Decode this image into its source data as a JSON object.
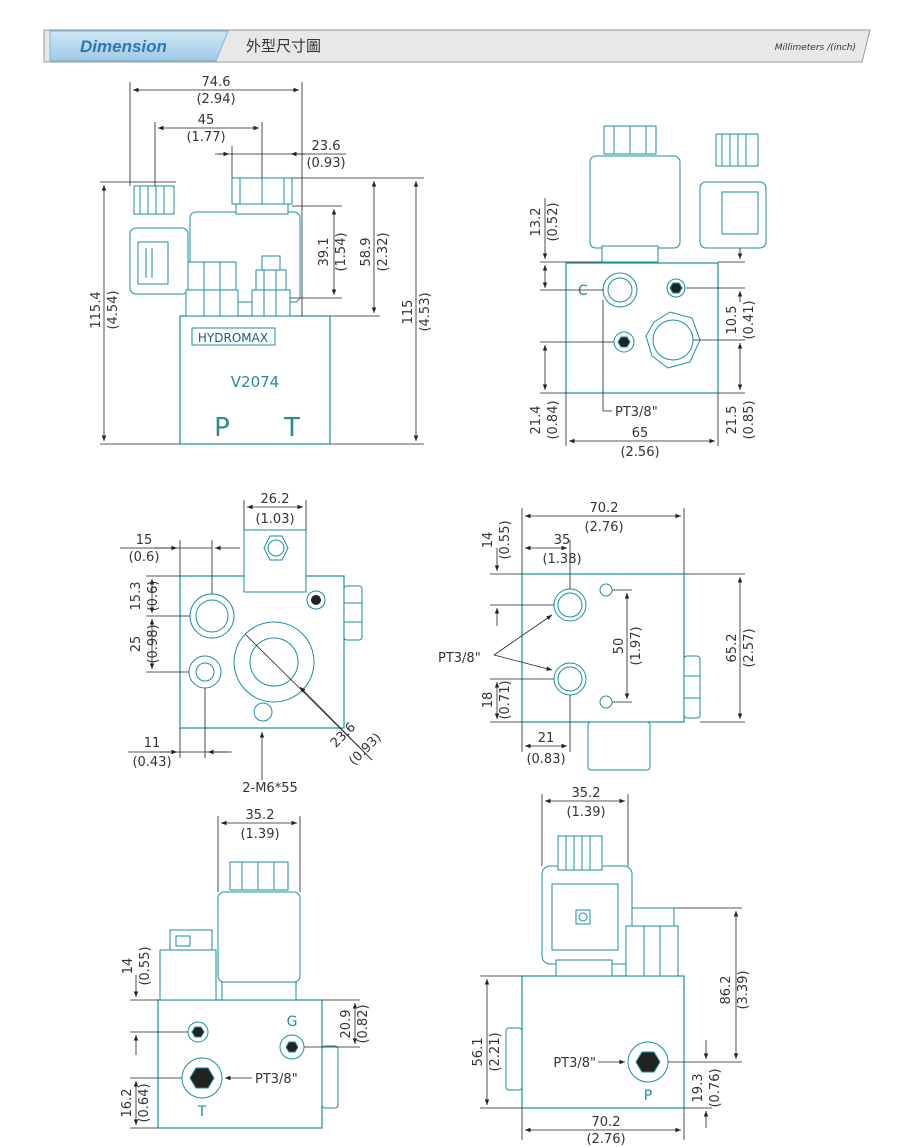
{
  "header": {
    "tab_label": "Dimension",
    "title": "外型尺寸圖",
    "units": "Millimeters /(inch)",
    "accent": "#2a8fc8",
    "bar": "#e6e6e6"
  },
  "views": {
    "front": {
      "brand": "HYDROMAX",
      "model": "V2074",
      "port_p": "P",
      "port_t": "T",
      "dims": {
        "w_total": "74.6",
        "w_total_in": "(2.94)",
        "w_45": "45",
        "w_45_in": "(1.77)",
        "w_236": "23.6",
        "w_236_in": "(0.93)",
        "h_391": "39.1",
        "h_391_in": "(1.54)",
        "h_589": "58.9",
        "h_589_in": "(2.32)",
        "h_115": "115",
        "h_115_in": "(4.53)",
        "h_1154": "115.4",
        "h_1154_in": "(4.54)"
      }
    },
    "side_top_right": {
      "port_c": "C",
      "callout": "PT3/8\"",
      "dims": {
        "h_132": "13.2",
        "h_132_in": "(0.52)",
        "h_105": "10.5",
        "h_105_in": "(0.41)",
        "h_214": "21.4",
        "h_214_in": "(0.84)",
        "h_215": "21.5",
        "h_215_in": "(0.85)",
        "w_65": "65",
        "w_65_in": "(2.56)"
      }
    },
    "top_view_left": {
      "bolt": "2-M6*55",
      "dims": {
        "w_262": "26.2",
        "w_262_in": "(1.03)",
        "w_15": "15",
        "w_15_in": "(0.6)",
        "h_153": "15.3",
        "h_153_in": "(0.6)",
        "h_25": "25",
        "h_25_in": "(0.98)",
        "w_11": "11",
        "w_11_in": "(0.43)",
        "d_236": "23.6",
        "d_236_in": "(0.93)"
      }
    },
    "bottom_view_right": {
      "callout": "PT3/8\"",
      "dims": {
        "w_702": "70.2",
        "w_702_in": "(2.76)",
        "w_35": "35",
        "w_35_in": "(1.38)",
        "h_14": "14",
        "h_14_in": "(0.55)",
        "h_50": "50",
        "h_50_in": "(1.97)",
        "h_652": "65.2",
        "h_652_in": "(2.57)",
        "h_18": "18",
        "h_18_in": "(0.71)",
        "w_21": "21",
        "w_21_in": "(0.83)"
      }
    },
    "side_bottom_left": {
      "port_g": "G",
      "port_t": "T",
      "callout": "PT3/8\"",
      "dims": {
        "w_352": "35.2",
        "w_352_in": "(1.39)",
        "h_14": "14",
        "h_14_in": "(0.55)",
        "h_209": "20.9",
        "h_209_in": "(0.82)",
        "h_162": "16.2",
        "h_162_in": "(0.64)"
      }
    },
    "side_bottom_right": {
      "port_p": "P",
      "callout": "PT3/8\"",
      "dims": {
        "w_352": "35.2",
        "w_352_in": "(1.39)",
        "h_862": "86.2",
        "h_862_in": "(3.39)",
        "h_561": "56.1",
        "h_561_in": "(2.21)",
        "h_193": "19.3",
        "h_193_in": "(0.76)",
        "w_702": "70.2",
        "w_702_in": "(2.76)"
      }
    }
  }
}
